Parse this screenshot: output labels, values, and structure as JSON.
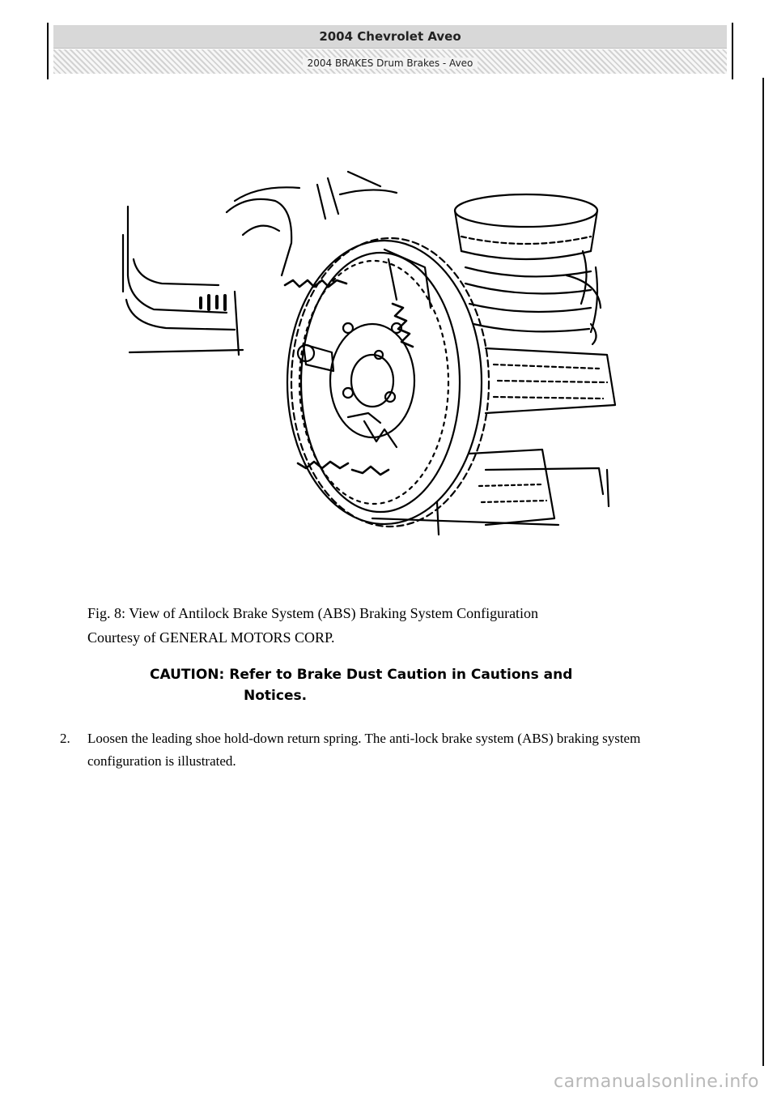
{
  "header": {
    "title": "2004 Chevrolet Aveo",
    "subtitle": "2004 BRAKES Drum Brakes - Aveo"
  },
  "figure": {
    "caption_line1": "Fig. 8: View of Antilock Brake System (ABS) Braking System Configuration",
    "caption_line2": "Courtesy of GENERAL MOTORS CORP."
  },
  "caution": {
    "line1": "CAUTION: Refer to Brake Dust Caution in Cautions and",
    "line2": "Notices."
  },
  "steps": [
    {
      "number": "2.",
      "text": "Loosen the leading shoe hold-down return spring. The anti-lock brake system (ABS) braking system configuration is illustrated."
    }
  ],
  "watermark": "carmanualsonline.info"
}
